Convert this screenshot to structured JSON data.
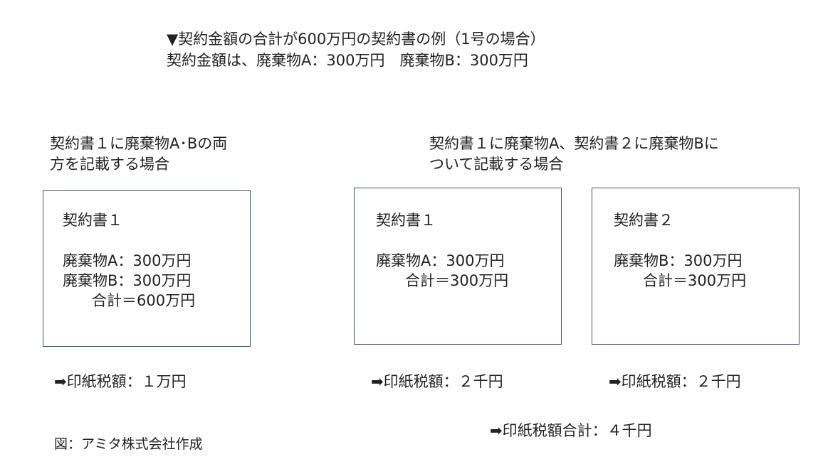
{
  "header": {
    "line1": "▼契約金額の合計が600万円の契約書の例（1号の場合）",
    "line2": "契約金額は、廃棄物A：300万円　廃棄物B：300万円"
  },
  "left_case": {
    "heading_line1": "契約書１に廃棄物A･Bの両",
    "heading_line2": "方を記載する場合",
    "box": {
      "title": "契約書１",
      "line1": "廃棄物A：300万円",
      "line2": "廃棄物B：300万円",
      "line3": "合計＝600万円"
    },
    "tax": "➡印紙税額：１万円"
  },
  "right_case": {
    "heading_line1": "契約書１に廃棄物A、契約書２に廃棄物Bに",
    "heading_line2": "ついて記載する場合",
    "box1": {
      "title": "契約書１",
      "line1": "廃棄物A：300万円",
      "line2": "合計＝300万円"
    },
    "box2": {
      "title": "契約書２",
      "line1": "廃棄物B：300万円",
      "line2": "合計＝300万円"
    },
    "tax1": "➡印紙税額：２千円",
    "tax2": "➡印紙税額：２千円",
    "tax_total": "➡印紙税額合計：４千円"
  },
  "caption": "図：アミタ株式会社作成",
  "colors": {
    "box_border": "#3b5068",
    "text": "#222222"
  }
}
